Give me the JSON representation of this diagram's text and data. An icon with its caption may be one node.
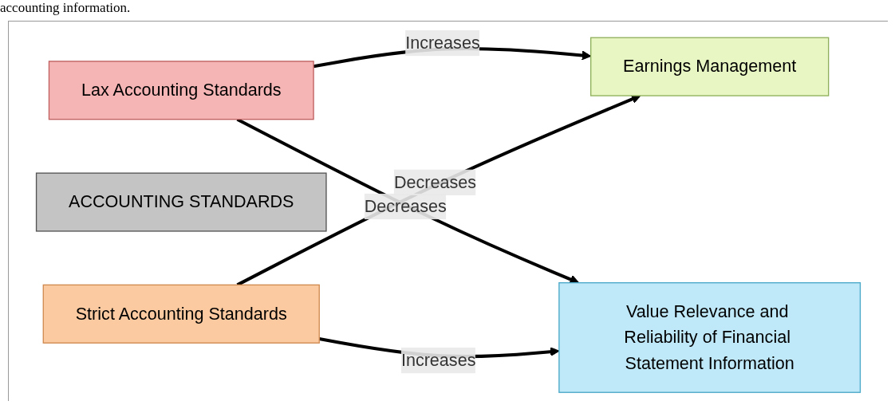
{
  "diagram": {
    "nodes": [
      {
        "text": [
          "Lax Accounting Standards"
        ]
      },
      {
        "text": [
          "Earnings Management"
        ]
      },
      {
        "text": [
          "ACCOUNTING STANDARDS"
        ]
      },
      {
        "text": [
          "Value Relevance and Reliability of Financial Statement Information"
        ]
      },
      {
        "text": [
          "Strict Accounting Standards"
        ]
      }
    ],
    "edges": [
      {
        "from": 0,
        "to": 1,
        "arrow": "to",
        "label": "Increases"
      },
      {
        "from": 0,
        "to": 3,
        "arrow": "to",
        "label": "Decreases"
      },
      {
        "from": 4,
        "to": 1,
        "arrow": "to",
        "label": "Decreases"
      },
      {
        "from": 4,
        "to": 3,
        "arrow": "to",
        "label": "Increases"
      }
    ],
    "labels": [
      "accounting information."
    ]
  }
}
